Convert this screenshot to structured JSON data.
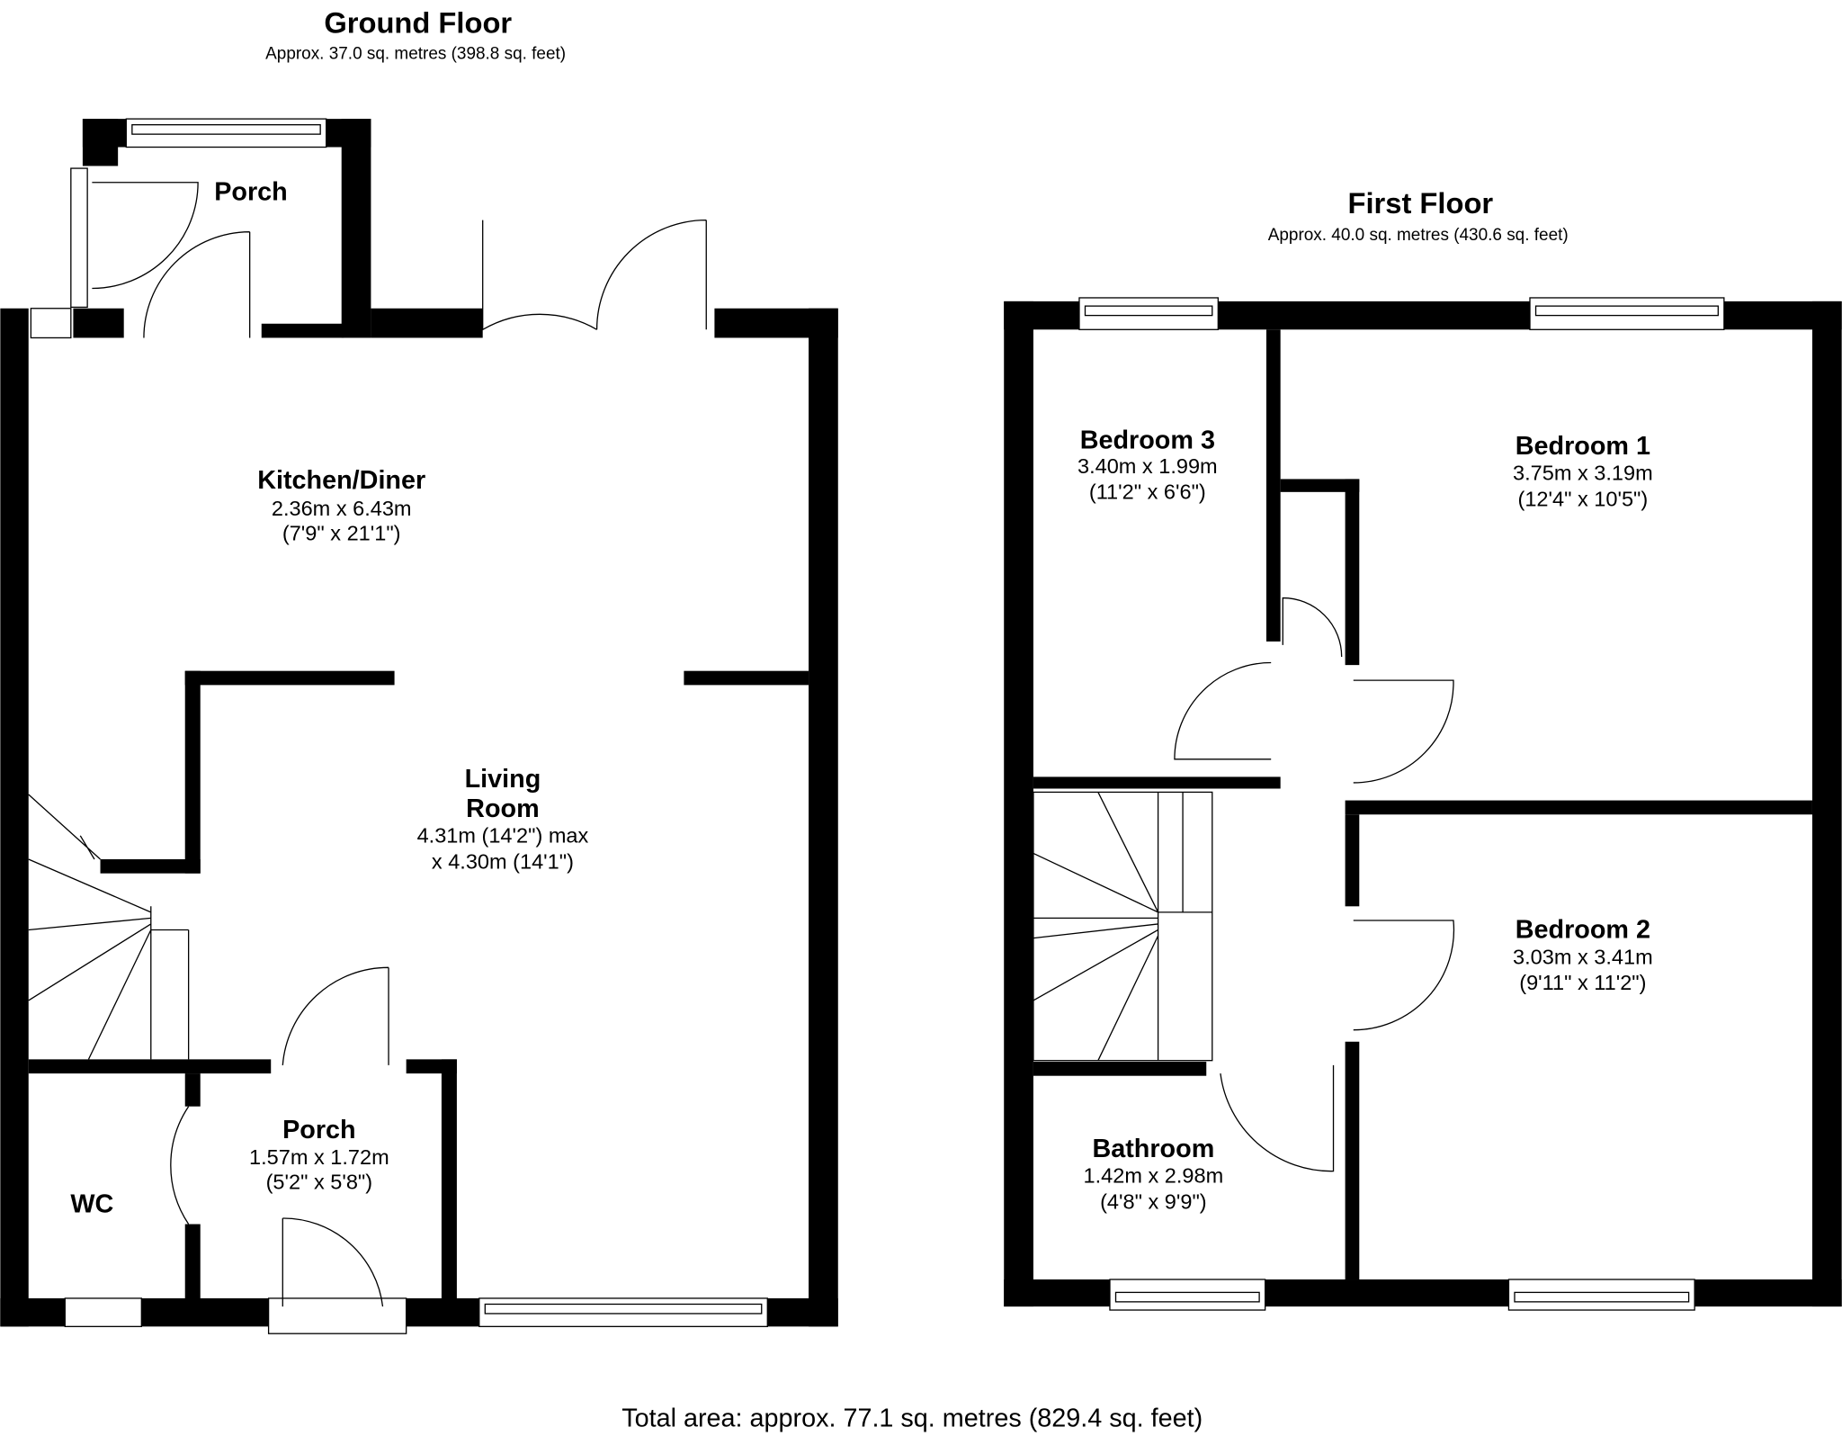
{
  "ground_floor": {
    "title": "Ground Floor",
    "area": "Approx. 37.0 sq. metres (398.8 sq. feet)",
    "rooms": [
      {
        "name": "Porch"
      },
      {
        "name": "Kitchen/Diner",
        "dim_metric": "2.36m x 6.43m",
        "dim_imperial": "(7'9\" x 21'1\")"
      },
      {
        "name_line1": "Living",
        "name_line2": "Room",
        "dim_metric": "4.31m (14'2\") max",
        "dim_imperial": "x 4.30m (14'1\")"
      },
      {
        "name": "Porch",
        "dim_metric": "1.57m x 1.72m",
        "dim_imperial": "(5'2\" x 5'8\")"
      },
      {
        "name": "WC"
      }
    ]
  },
  "first_floor": {
    "title": "First Floor",
    "area": "Approx. 40.0 sq. metres (430.6 sq. feet)",
    "rooms": [
      {
        "name": "Bedroom 3",
        "dim_metric": "3.40m x 1.99m",
        "dim_imperial": "(11'2\" x 6'6\")"
      },
      {
        "name": "Bedroom 1",
        "dim_metric": "3.75m x 3.19m",
        "dim_imperial": "(12'4\" x 10'5\")"
      },
      {
        "name": "Bedroom 2",
        "dim_metric": "3.03m x 3.41m",
        "dim_imperial": "(9'11\" x 11'2\")"
      },
      {
        "name": "Bathroom",
        "dim_metric": "1.42m x 2.98m",
        "dim_imperial": "(4'8\" x 9'9\")"
      }
    ]
  },
  "total_area": "Total area: approx. 77.1 sq. metres (829.4 sq. feet)"
}
